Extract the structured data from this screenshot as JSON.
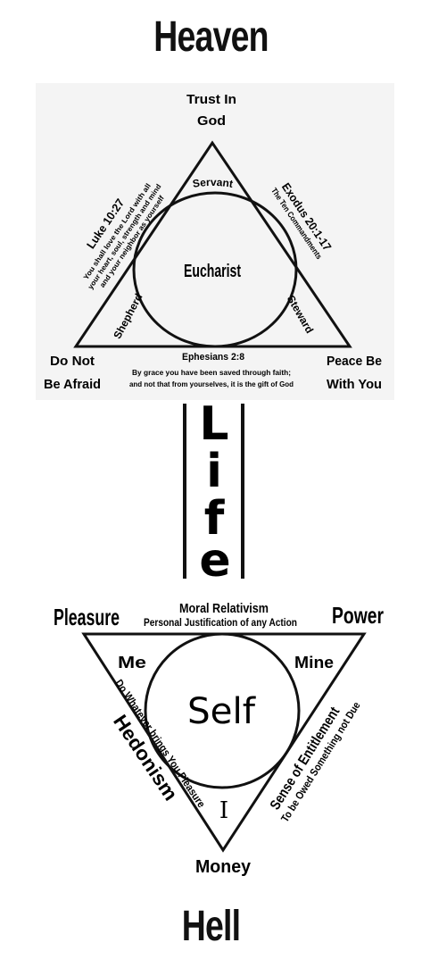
{
  "heaven_title": "Heaven",
  "hell_title": "Hell",
  "top_triangle": {
    "apex_line1": "Trust In",
    "apex_line2": "God",
    "left_corner_line1": "Do Not",
    "left_corner_line2": "Be Afraid",
    "right_corner_line1": "Peace Be",
    "right_corner_line2": "With You",
    "center": "Eucharist",
    "top_arc": "Servant",
    "left_arc": "Shepherd",
    "right_arc": "Steward",
    "left_ref": "Luke 10:27",
    "left_quote_line1": "You shall love the Lord with all",
    "left_quote_line2": "your heart, soul, strength and mind",
    "left_quote_line3": "and your neighbor as yourself",
    "right_ref": "Exodus 20:1-17",
    "right_quote": "The Ten Commandments",
    "bottom_ref": "Ephesians 2:8",
    "bottom_quote_line1": "By grace you have been saved through faith;",
    "bottom_quote_line2": "and not that from yourselves, it is the gift of God"
  },
  "life_letters": [
    "L",
    "i",
    "f",
    "e"
  ],
  "bottom_triangle": {
    "left_corner": "Pleasure",
    "right_corner": "Power",
    "apex_bottom": "Money",
    "top_label_line1": "Moral Relativism",
    "top_label_line2": "Personal Justification of any Action",
    "center": "Self",
    "top_left_inner": "Me",
    "top_right_inner": "Mine",
    "bottom_inner": "I",
    "left_side_title": "Hedonism",
    "left_side_sub": "Do Whatever brings You Pleasure",
    "right_side_title": "Sense of Entitlement",
    "right_side_sub": "To be Owed Something not Due"
  },
  "colors": {
    "ink": "#111111",
    "panel": "#f4f4f4",
    "background": "#ffffff"
  }
}
